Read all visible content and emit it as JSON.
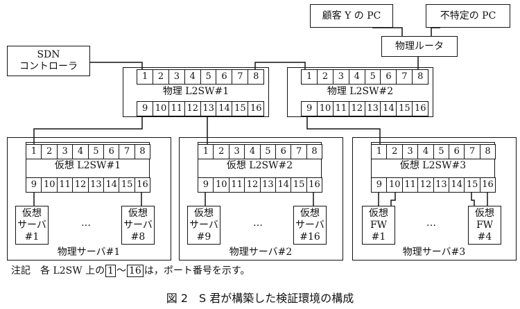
{
  "nodes": {
    "customer_y_pc": "顧客 Y の PC",
    "unspecified_pc": "不特定の PC",
    "physical_router": "物理ルータ",
    "sdn_controller": [
      "SDN",
      "コントローラ"
    ]
  },
  "switches": {
    "physical_l2sw_1": "物理 L2SW#1",
    "physical_l2sw_2": "物理 L2SW#2",
    "virtual_l2sw_1": "仮想 L2SW#1",
    "virtual_l2sw_2": "仮想 L2SW#2",
    "virtual_l2sw_3": "仮想 L2SW#3"
  },
  "ports_top": [
    "1",
    "2",
    "3",
    "4",
    "5",
    "6",
    "7",
    "8"
  ],
  "ports_bottom": [
    "9",
    "10",
    "11",
    "12",
    "13",
    "14",
    "15",
    "16"
  ],
  "physical_servers": {
    "server_1": "物理サーバ#1",
    "server_2": "物理サーバ#2",
    "server_3": "物理サーバ#3"
  },
  "virtual_nodes": {
    "vs1": [
      "仮想",
      "サーバ",
      "#1"
    ],
    "vs8": [
      "仮想",
      "サーバ",
      "#8"
    ],
    "vs9": [
      "仮想",
      "サーバ",
      "#9"
    ],
    "vs16": [
      "仮想",
      "サーバ",
      "#16"
    ],
    "fw1": [
      "仮想",
      "FW",
      "#1"
    ],
    "fw4": [
      "仮想",
      "FW",
      "#4"
    ]
  },
  "ellipsis": "…",
  "note": {
    "prefix": "注記　各 L2SW 上の",
    "first_port": "1",
    "range_sep": "～",
    "last_port": "16",
    "suffix": "は，ポート番号を示す。"
  },
  "caption": "図 2　S 君が構築した検証環境の構成"
}
